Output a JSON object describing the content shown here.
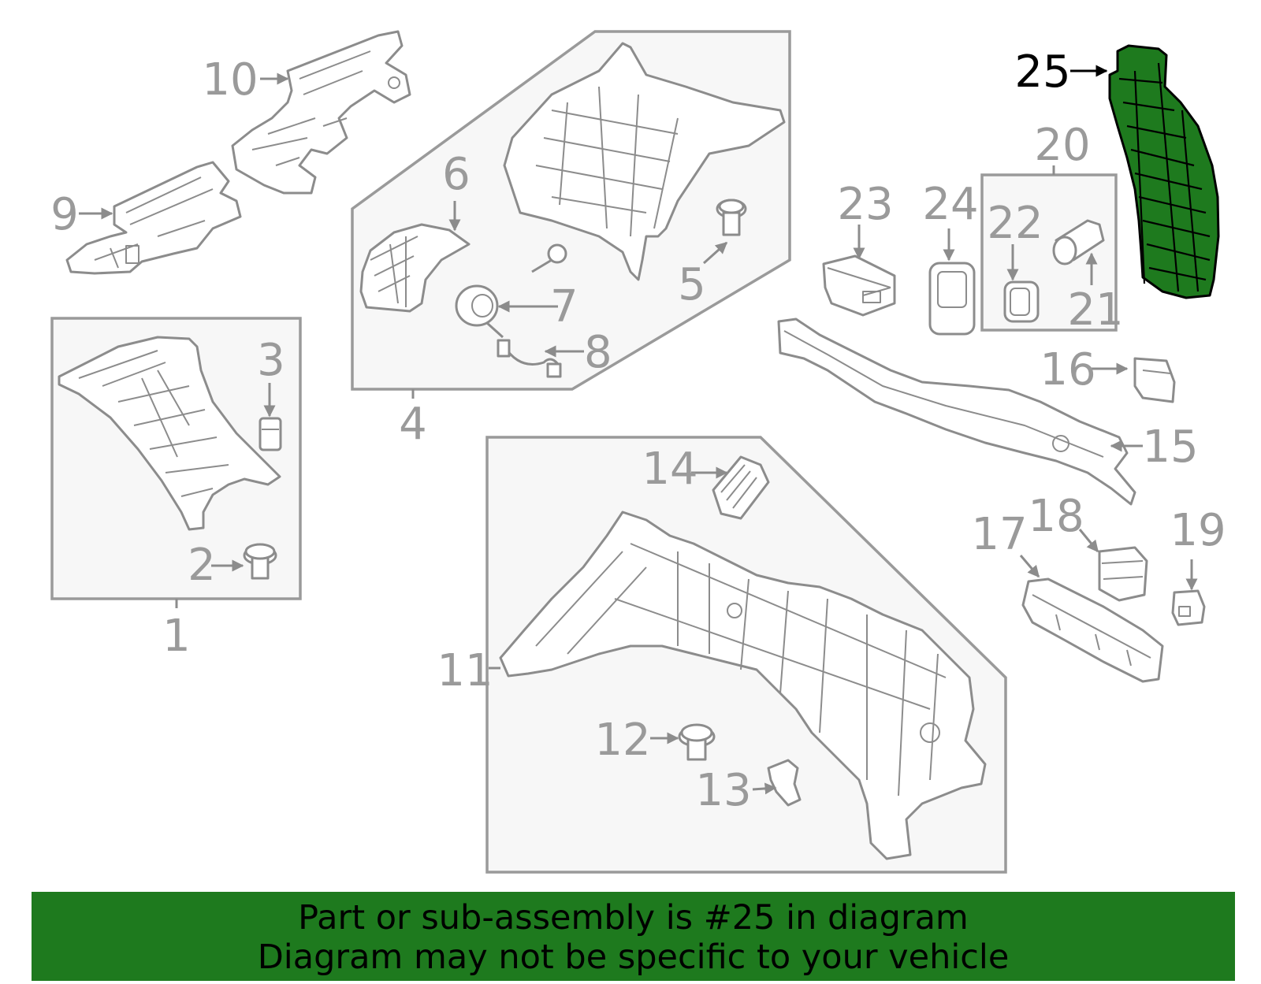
{
  "callouts": [
    "1",
    "2",
    "3",
    "4",
    "5",
    "6",
    "7",
    "8",
    "9",
    "10",
    "11",
    "12",
    "13",
    "14",
    "15",
    "16",
    "17",
    "18",
    "19",
    "20",
    "21",
    "22",
    "23",
    "24",
    "25"
  ],
  "highlighted_part": "25",
  "colors": {
    "highlight": "#1e7a1e",
    "outline": "#8c8c8c",
    "group_box_fill": "#f7f7f7"
  },
  "footer": {
    "line1": "Part or sub-assembly is #25 in diagram",
    "line2": "Diagram may not be specific to your vehicle"
  }
}
